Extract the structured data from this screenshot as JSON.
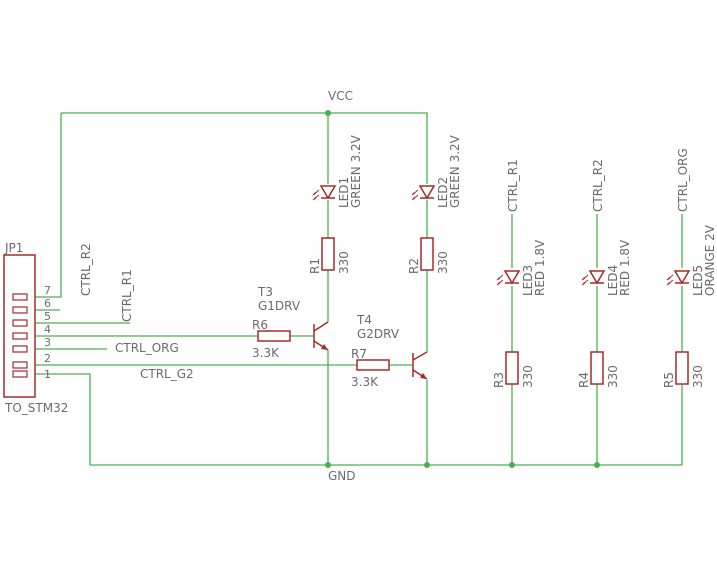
{
  "nets": {
    "vcc": "VCC",
    "gnd": "GND",
    "ctrl_r2": "CTRL_R2",
    "ctrl_r1": "CTRL_R1",
    "ctrl_org": "CTRL_ORG",
    "ctrl_g2": "CTRL_G2"
  },
  "connector": {
    "name": "JP1",
    "value": "TO_STM32",
    "pins": [
      "7",
      "6",
      "5",
      "4",
      "3",
      "2",
      "1"
    ]
  },
  "leds": [
    {
      "name": "LED1",
      "value": "GREEN 3.2V"
    },
    {
      "name": "LED2",
      "value": "GREEN 3.2V"
    },
    {
      "name": "LED3",
      "value": "RED 1.8V"
    },
    {
      "name": "LED4",
      "value": "RED 1.8V"
    },
    {
      "name": "LED5",
      "value": "ORANGE 2V"
    }
  ],
  "resistors": [
    {
      "name": "R1",
      "value": "330"
    },
    {
      "name": "R2",
      "value": "330"
    },
    {
      "name": "R3",
      "value": "330"
    },
    {
      "name": "R4",
      "value": "330"
    },
    {
      "name": "R5",
      "value": "330"
    },
    {
      "name": "R6",
      "value": "3.3K"
    },
    {
      "name": "R7",
      "value": "3.3K"
    }
  ],
  "transistors": [
    {
      "name": "T3",
      "value": "G1DRV"
    },
    {
      "name": "T4",
      "value": "G2DRV"
    }
  ],
  "colors": {
    "wire": "#4caf50",
    "component": "#a52a2a",
    "text": "#6b6b6b"
  }
}
